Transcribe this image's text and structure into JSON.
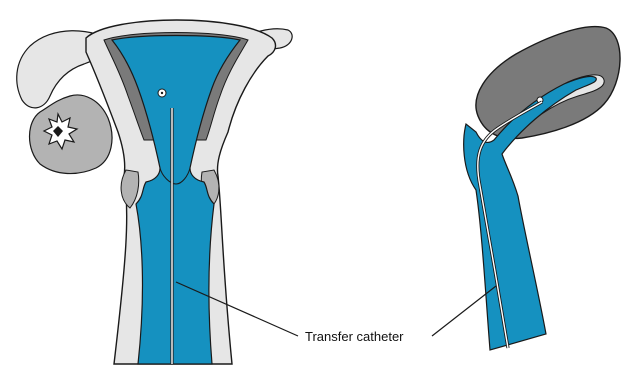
{
  "labels": {
    "transfer_catheter": "Transfer catheter"
  },
  "colors": {
    "cavity": "#1591c0",
    "tissue_light": "#e6e6e6",
    "tissue_mid": "#b3b3b3",
    "tissue_dark": "#7a7a7a",
    "outline": "#1a1a1a",
    "background": "#ffffff"
  },
  "icons": {
    "embryo": "small-circle",
    "follicle": "starburst"
  }
}
